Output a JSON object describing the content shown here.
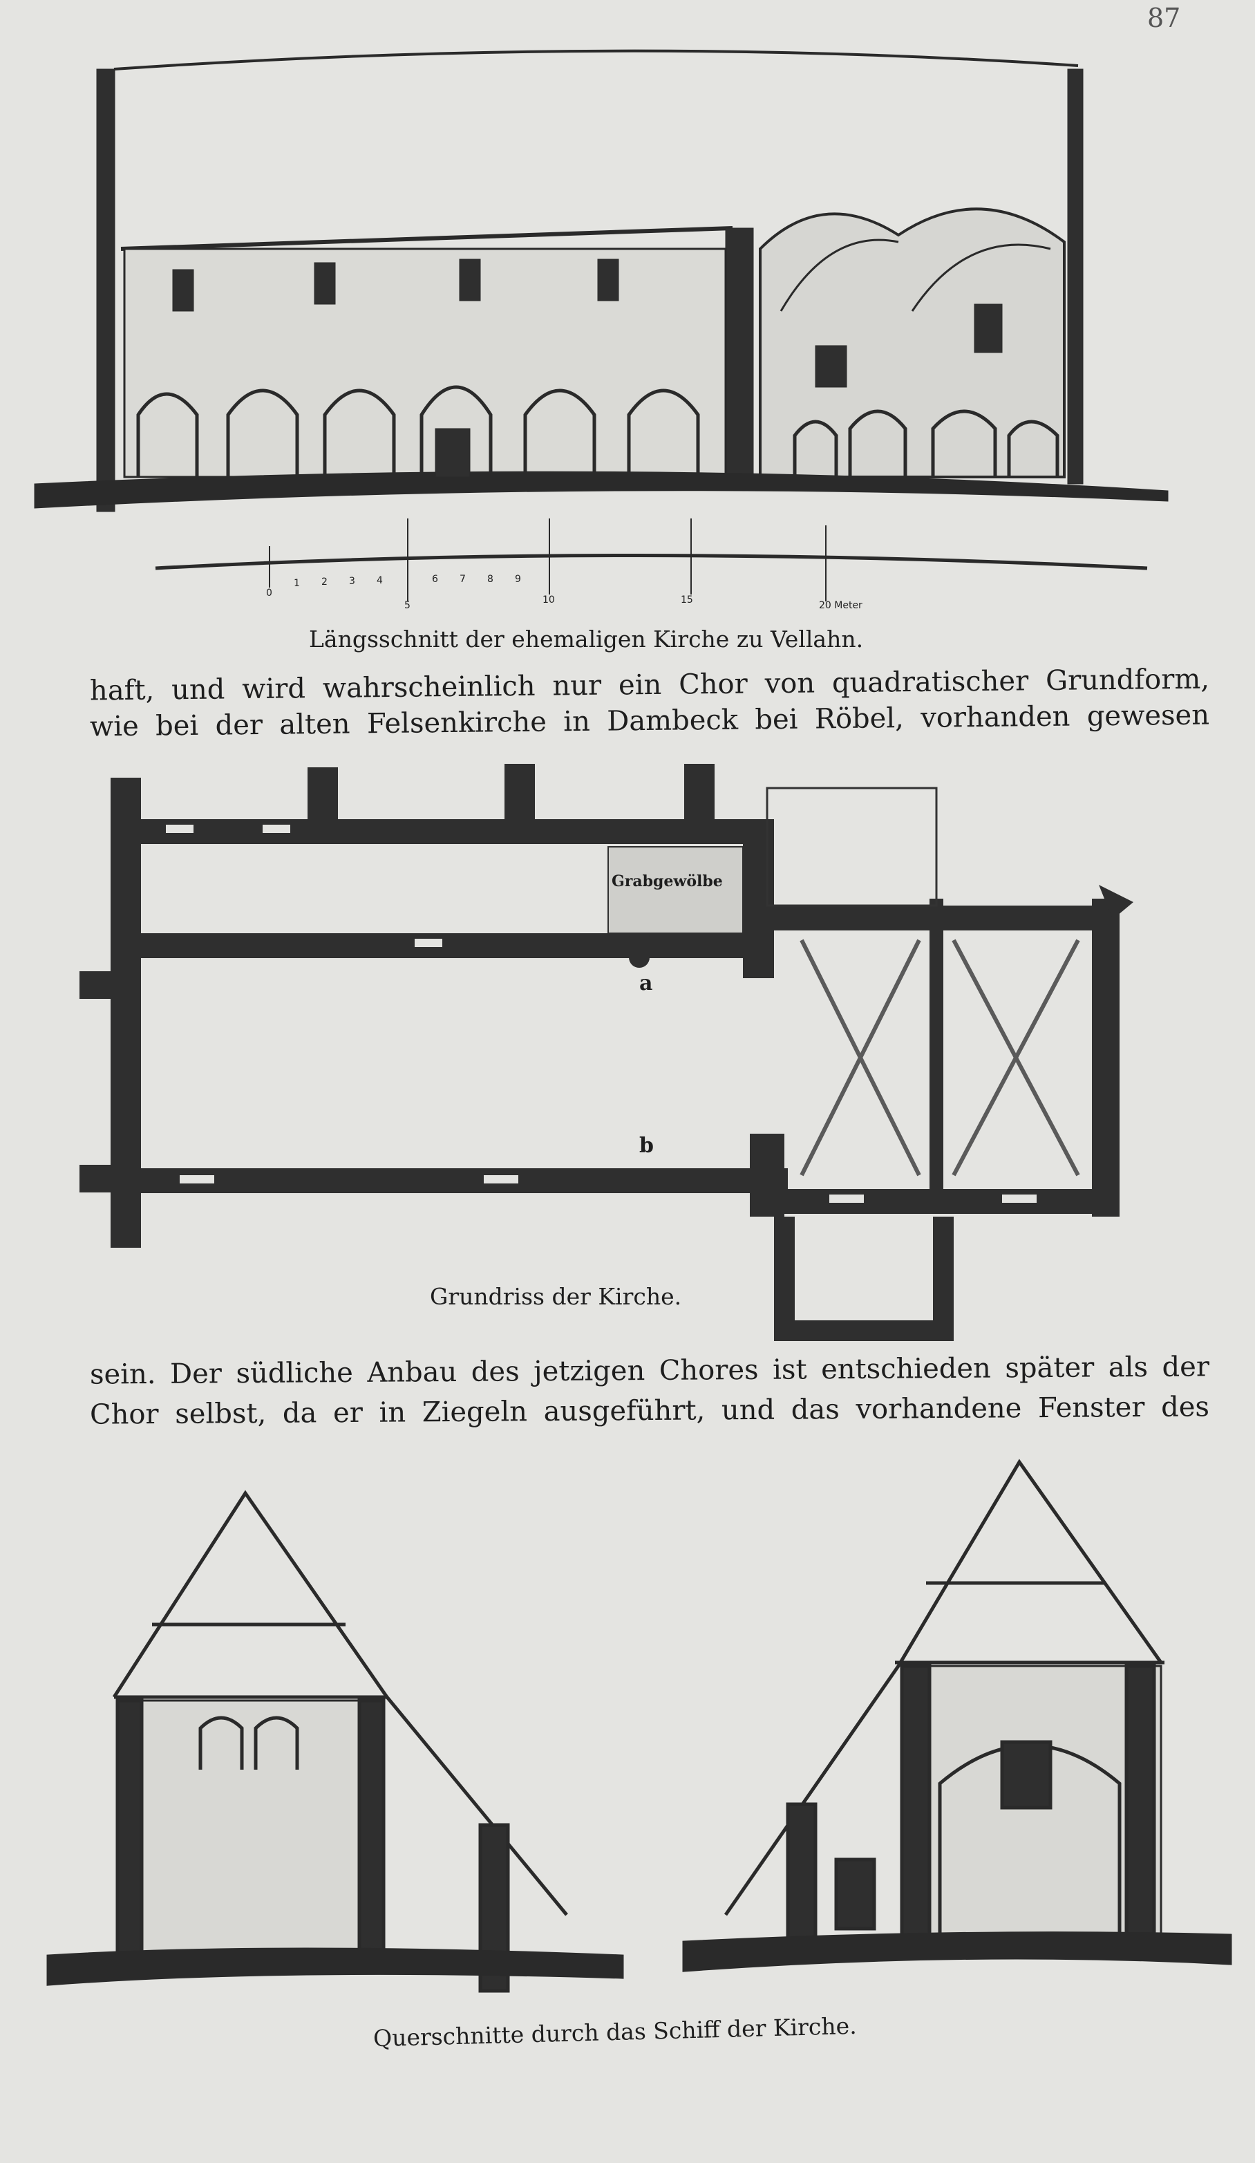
{
  "page_number": "87",
  "figures": {
    "longitudinal_section": {
      "caption": "Längsschnitt der ehemaligen Kirche zu Vellahn.",
      "scale": {
        "ticks": [
          "0",
          "1",
          "2",
          "3",
          "4",
          "5",
          "6",
          "7",
          "8",
          "9",
          "10",
          "15",
          "20 Meter"
        ]
      }
    },
    "floor_plan": {
      "caption": "Grundriss der Kirche.",
      "labels": {
        "vault": "Grabgewölbe",
        "point_a": "a",
        "point_b": "b"
      }
    },
    "cross_sections": {
      "caption": "Querschnitte durch das Schiff der Kirche."
    }
  },
  "text": {
    "para1_line1": "haft, und wird wahrscheinlich nur ein Chor von quadratischer Grundform,",
    "para1_line2": "wie bei der alten Felsenkirche in Dambeck bei Röbel, vorhanden gewesen",
    "para2_line1": "sein. Der südliche Anbau des jetzigen Chores ist entschieden später als der",
    "para2_line2": "Chor selbst, da er in Ziegeln ausgeführt, und das vorhandene Fenster des"
  }
}
